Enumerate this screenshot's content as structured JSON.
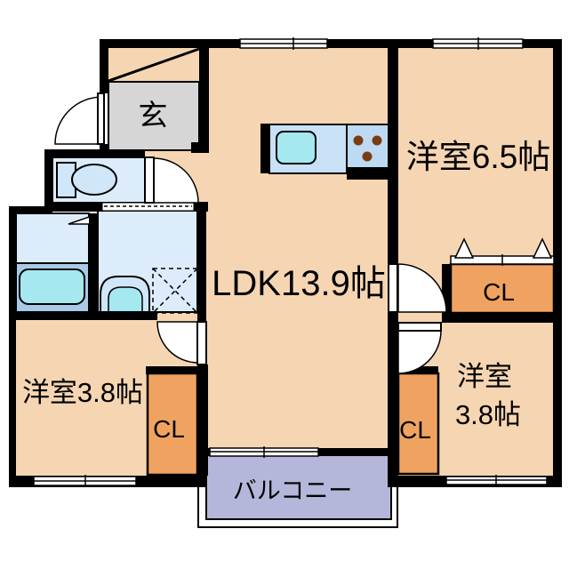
{
  "plan_title": "apartment-floor-plan",
  "colors": {
    "wall": "#000000",
    "floor": "#f6d6b2",
    "genkan": "#d6d6d6",
    "wetroom": "#dcecfa",
    "bathfloor": "#a9c9e9",
    "fixture": "#a5e8f0",
    "fixture_light": "#cfe7f8",
    "counter": "#c9e1f6",
    "stove": "#bedaf2",
    "closet": "#f0a360",
    "balcony": "#b4b7d9",
    "burner": "#7a3c10"
  },
  "rooms": {
    "ldk": {
      "label": "LDK13.9帖"
    },
    "bedroom_ne": {
      "label": "洋室6.5帖"
    },
    "bedroom_sw": {
      "label": "洋室3.8帖"
    },
    "bedroom_se": {
      "label_line1": "洋室",
      "label_line2": "3.8帖"
    },
    "entrance": {
      "label": "玄"
    },
    "balcony": {
      "label": "バルコニー"
    },
    "closets": {
      "ne": "CL",
      "sw": "CL",
      "se": "CL"
    }
  }
}
